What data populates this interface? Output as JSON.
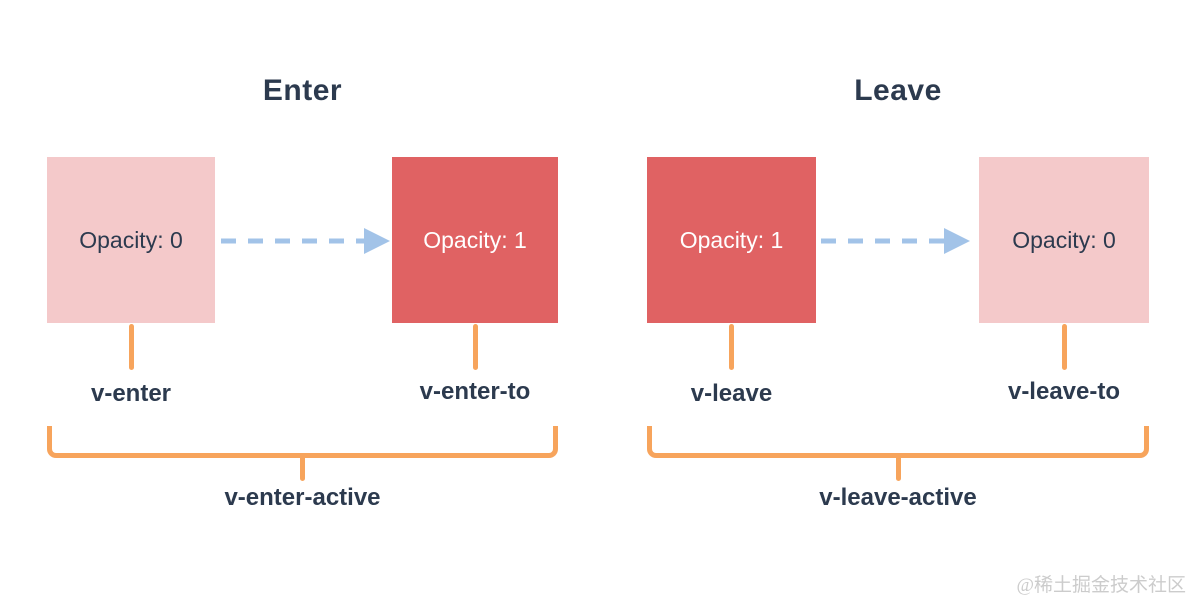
{
  "colors": {
    "pink": "#f4c9ca",
    "red": "#e06263",
    "orange": "#f7a45c",
    "blue": "#a2c3e8",
    "text": "#2c3a4e",
    "watermark": "#cccccc"
  },
  "enter": {
    "title": "Enter",
    "from": {
      "label": "Opacity: 0",
      "class_label": "v-enter"
    },
    "to": {
      "label": "Opacity: 1",
      "class_label": "v-enter-to"
    },
    "active_class": "v-enter-active"
  },
  "leave": {
    "title": "Leave",
    "from": {
      "label": "Opacity: 1",
      "class_label": "v-leave"
    },
    "to": {
      "label": "Opacity: 0",
      "class_label": "v-leave-to"
    },
    "active_class": "v-leave-active"
  },
  "watermark": "@稀土掘金技术社区"
}
